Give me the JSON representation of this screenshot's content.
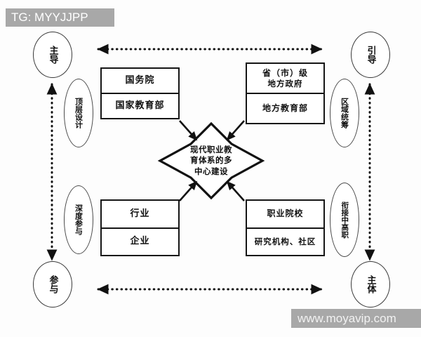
{
  "diagram": {
    "title": "现代职业教育体系的多中心建设",
    "center": {
      "name": "center-star",
      "lines": [
        "现代职业教",
        "育体系的多",
        "中心建设"
      ]
    },
    "boxes": [
      {
        "id": "state-council",
        "position": "top-left",
        "top": "国务院",
        "bottom": "国家教育部"
      },
      {
        "id": "province",
        "position": "top-right",
        "top_line1": "省（市）级",
        "top_line2": "地方政府",
        "bottom": "地方教育部"
      },
      {
        "id": "industry",
        "position": "bottom-left",
        "top": "行业",
        "bottom": "企业"
      },
      {
        "id": "vocational",
        "position": "bottom-right",
        "top": "职业院校",
        "bottom": "研究机构、社区"
      }
    ],
    "corners": [
      {
        "id": "lead",
        "position": "top-left",
        "label": "主导"
      },
      {
        "id": "guide",
        "position": "top-right",
        "label": "引导"
      },
      {
        "id": "partake",
        "position": "bottom-left",
        "label": "参与"
      },
      {
        "id": "subject",
        "position": "bottom-right",
        "label": "主体"
      }
    ],
    "side_labels": [
      {
        "id": "topdesign",
        "position": "left-upper",
        "label": "顶层设计"
      },
      {
        "id": "regional",
        "position": "right-upper",
        "label": "区域统筹"
      },
      {
        "id": "deep",
        "position": "left-lower",
        "label": "深度参与"
      },
      {
        "id": "bridge",
        "position": "right-lower",
        "label": "衔接中高职"
      }
    ],
    "connectors": [
      {
        "id": "top-horizontal",
        "style": "dotted",
        "arrows": "both"
      },
      {
        "id": "bottom-horizontal",
        "style": "dotted",
        "arrows": "both"
      },
      {
        "id": "left-vertical",
        "style": "dotted",
        "arrows": "both"
      },
      {
        "id": "right-vertical",
        "style": "dotted",
        "arrows": "both"
      },
      {
        "id": "state-council-to-center",
        "style": "solid",
        "arrows": "single"
      },
      {
        "id": "province-to-center",
        "style": "solid",
        "arrows": "single"
      },
      {
        "id": "industry-to-center",
        "style": "solid",
        "arrows": "single"
      },
      {
        "id": "vocational-to-center",
        "style": "solid",
        "arrows": "single"
      }
    ],
    "colors": {
      "stroke": "#151515",
      "ellipse_stroke": "#3a3a3a",
      "background": "#fdfdfd",
      "watermark_bg": "#a8a8a8",
      "watermark_text": "#ffffff"
    }
  },
  "watermarks": {
    "top": "TG: MYYJJPP",
    "bottom": "www.moyavip.com"
  }
}
